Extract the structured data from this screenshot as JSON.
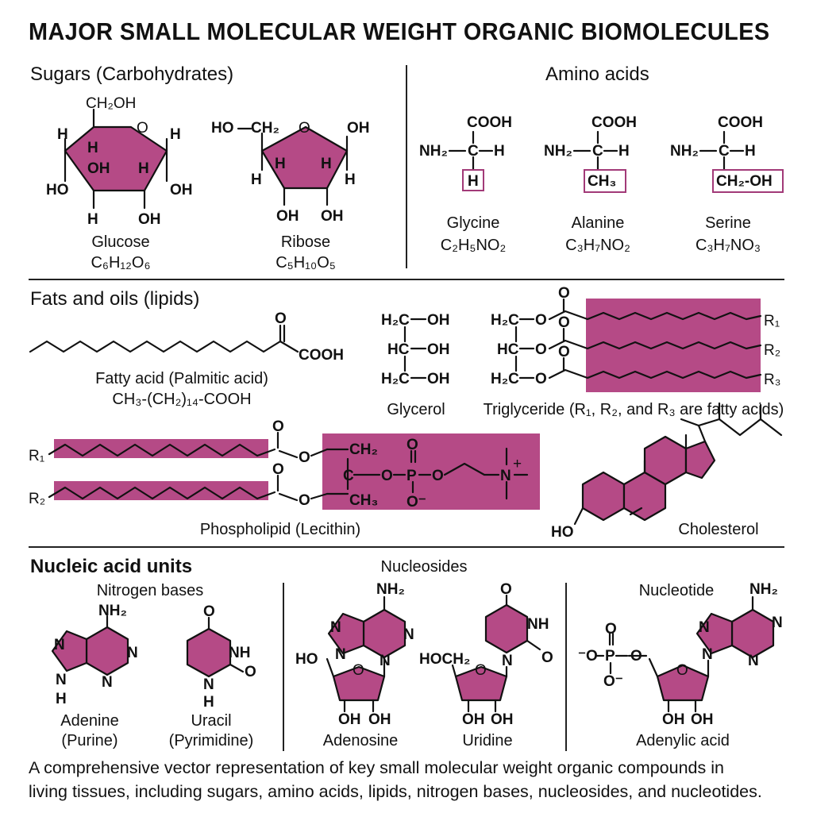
{
  "title": "MAJOR SMALL MOLECULAR WEIGHT ORGANIC BIOMOLECULES",
  "sections": {
    "sugars": "Sugars (Carbohydrates)",
    "amino_acids": "Amino acids",
    "lipids": "Fats and oils (lipids)",
    "nucleic": "Nucleic acid units",
    "nitrogen_bases": "Nitrogen bases",
    "nucleosides": "Nucleosides",
    "nucleotide": "Nucleotide"
  },
  "sugars": {
    "glucose": {
      "name": "Glucose",
      "formula": "C₆H₁₂O₆"
    },
    "ribose": {
      "name": "Ribose",
      "formula": "C₅H₁₀O₅"
    }
  },
  "amino_acids": {
    "glycine": {
      "name": "Glycine",
      "formula": "C₂H₅NO₂",
      "side_chain": "H"
    },
    "alanine": {
      "name": "Alanine",
      "formula": "C₃H₇NO₂",
      "side_chain": "CH₃"
    },
    "serine": {
      "name": "Serine",
      "formula": "C₃H₇NO₃",
      "side_chain": "CH₂-OH"
    }
  },
  "lipids": {
    "fatty_acid": {
      "name": "Fatty acid (Palmitic acid)",
      "formula": "CH₃-(CH₂)₁₄-COOH"
    },
    "glycerol": {
      "name": "Glycerol"
    },
    "triglyceride": {
      "name": "Triglyceride (R₁, R₂, and R₃ are fatty acids)"
    },
    "phospholipid": {
      "name": "Phospholipid (Lecithin)"
    },
    "cholesterol": {
      "name": "Cholesterol"
    }
  },
  "nucleic": {
    "adenine": {
      "name": "Adenine",
      "class": "(Purine)"
    },
    "uracil": {
      "name": "Uracil",
      "class": "(Pyrimidine)"
    },
    "adenosine": {
      "name": "Adenosine"
    },
    "uridine": {
      "name": "Uridine"
    },
    "adenylic": {
      "name": "Adenylic acid"
    }
  },
  "footer": {
    "line1": "A comprehensive vector representation of key small molecular weight organic compounds in",
    "line2": "living tissues, including sugars, amino acids, lipids, nitrogen bases, nucleosides, and nucleotides."
  },
  "colors": {
    "fill": "#b54a86",
    "ink": "#111111",
    "highlight": "#a23a78"
  }
}
